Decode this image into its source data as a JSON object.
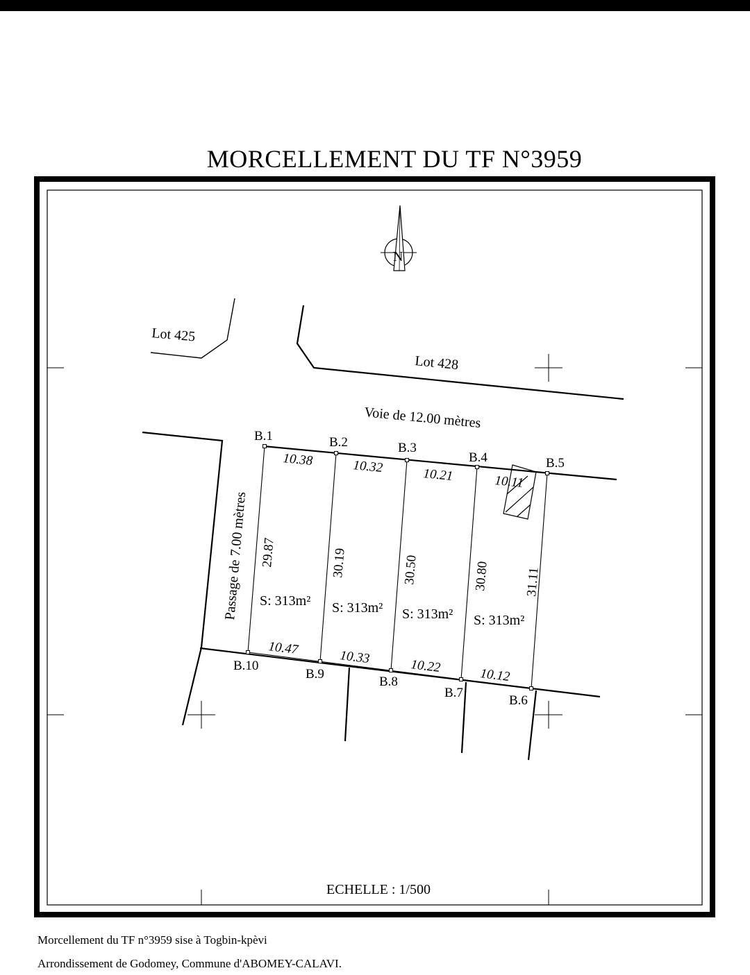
{
  "title": "MORCELLEMENT DU TF N°3959",
  "labels": {
    "lot_425": "Lot 425",
    "lot_428": "Lot 428",
    "road": "Voie de 12.00 mètres",
    "passage": "Passage de 7.00 mètres",
    "scale": "ECHELLE : 1/500"
  },
  "north_arrow": {
    "letter": "N",
    "icon": "north-arrow-icon"
  },
  "boundary_markers": {
    "b1": "B.1",
    "b2": "B.2",
    "b3": "B.3",
    "b4": "B.4",
    "b5": "B.5",
    "b6": "B.6",
    "b7": "B.7",
    "b8": "B.8",
    "b9": "B.9",
    "b10": "B.10"
  },
  "dimensions": {
    "top": [
      "10.38",
      "10.32",
      "10.21",
      "10.11"
    ],
    "bottom": [
      "10.47",
      "10.33",
      "10.22",
      "10.12"
    ],
    "sides": [
      "29.87",
      "30.19",
      "30.50",
      "30.80",
      "31.11"
    ]
  },
  "lots": [
    {
      "area": "S: 313m²"
    },
    {
      "area": "S: 313m²"
    },
    {
      "area": "S: 313m²"
    },
    {
      "area": "S: 313m²"
    }
  ],
  "footer": {
    "line1": "Morcellement du TF n°3959 sise à Togbin-kpèvi",
    "line2": "Arrondissement de Godomey, Commune d'ABOMEY-CALAVI."
  }
}
